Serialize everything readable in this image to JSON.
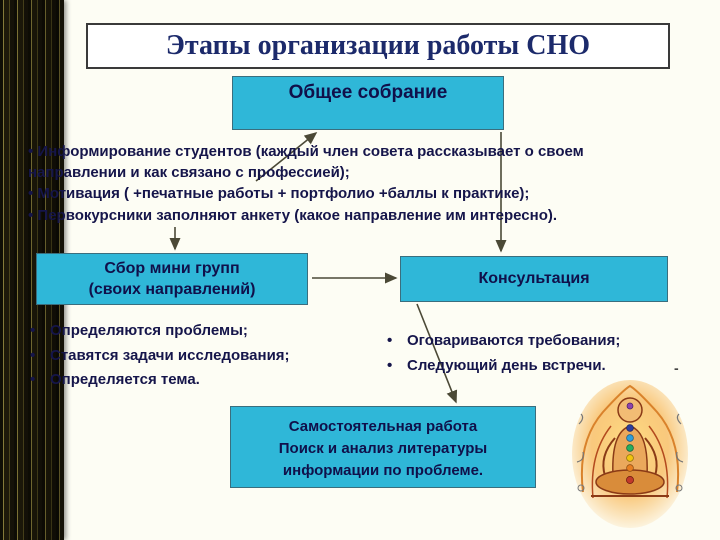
{
  "title": "Этапы организации работы СНО",
  "general_meeting": {
    "label": "Общее собрание"
  },
  "info_bullets": [
    "Информирование студентов (каждый член  совета рассказывает о своем направлении и как связано с профессией);",
    "Мотивация ( +печатные  работы + портфолио +баллы к практике);",
    "Первокурсники заполняют анкету (какое направление  им интересно)."
  ],
  "mini_groups": {
    "line1": "Сбор мини групп",
    "line2": "(своих  направлений)"
  },
  "consultation": {
    "label": "Консультация"
  },
  "left_bullets": [
    "Определяются проблемы;",
    "Ставятся задачи исследования;",
    "Определяется тема."
  ],
  "right_bullets": [
    "Оговариваются требования;",
    "Следующий день встречи."
  ],
  "independent_work": {
    "line1": "Самостоятельная работа",
    "line2": "Поиск и анализ литературы",
    "line3": "информации по проблеме."
  },
  "dash": "-",
  "colors": {
    "box_fill": "#2fb7d8",
    "text_navy": "#15154a",
    "arrow": "#4b4936"
  },
  "figure": "meditation-figure"
}
